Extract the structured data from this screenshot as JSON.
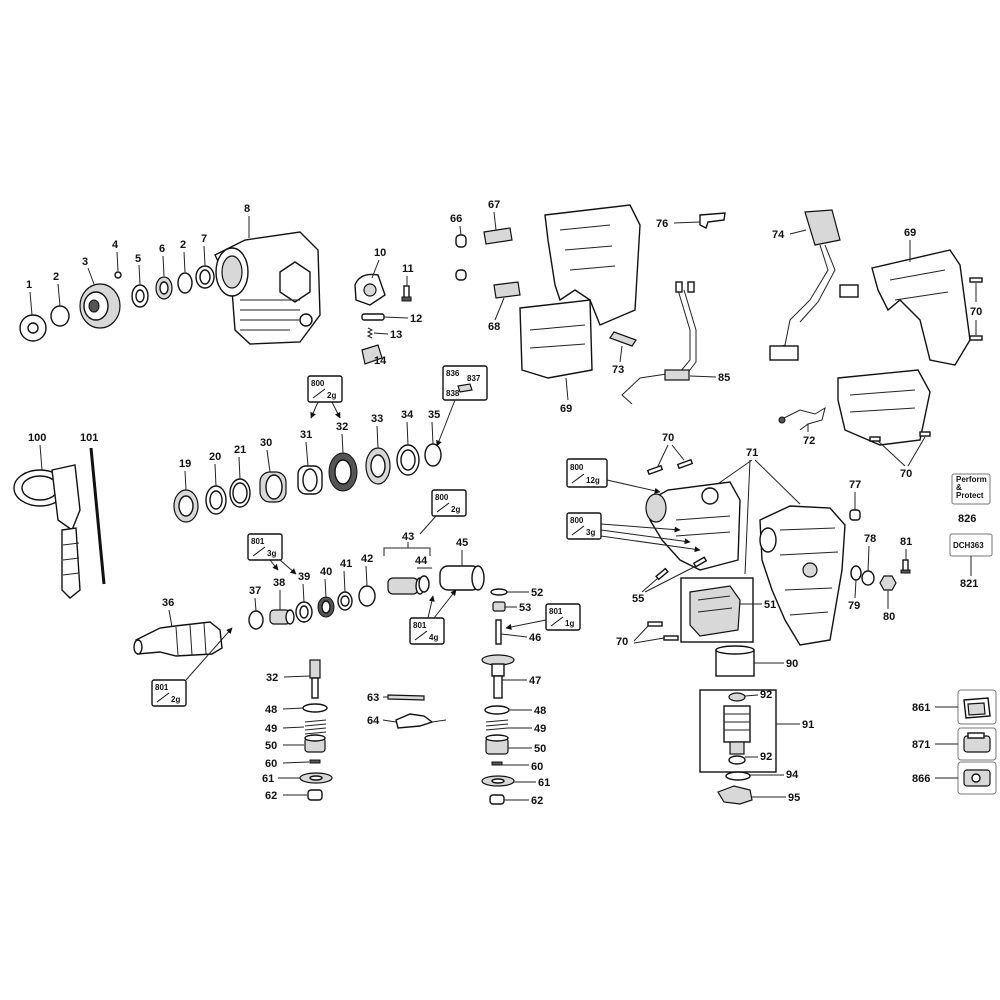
{
  "labels": {
    "p1": "1",
    "p2a": "2",
    "p3": "3",
    "p4": "4",
    "p5": "5",
    "p6": "6",
    "p2b": "2",
    "p7": "7",
    "p8": "8",
    "p10": "10",
    "p11": "11",
    "p12": "12",
    "p13": "13",
    "p14": "14",
    "p66": "66",
    "p67": "67",
    "p68": "68",
    "p69a": "69",
    "p73": "73",
    "p85": "85",
    "p76": "76",
    "p74": "74",
    "p69b": "69",
    "p70a": "70",
    "p72": "72",
    "p70b": "70",
    "p100": "100",
    "p101": "101",
    "p19": "19",
    "p20": "20",
    "p21": "21",
    "p30": "30",
    "p31": "31",
    "p32a": "32",
    "p33": "33",
    "p34": "34",
    "p35": "35",
    "p43": "43",
    "p44": "44",
    "p45": "45",
    "p37": "37",
    "p38": "38",
    "p39": "39",
    "p40": "40",
    "p41": "41",
    "p42": "42",
    "p36": "36",
    "p52": "52",
    "p53": "53",
    "p46": "46",
    "p47": "47",
    "p32b": "32",
    "p48a": "48",
    "p49a": "49",
    "p50a": "50",
    "p60a": "60",
    "p61a": "61",
    "p62a": "62",
    "p63": "63",
    "p64": "64",
    "p48b": "48",
    "p49b": "49",
    "p50b": "50",
    "p60b": "60",
    "p61b": "61",
    "p62b": "62",
    "p70c": "70",
    "p71": "71",
    "p55": "55",
    "p51": "51",
    "p70d": "70",
    "p90": "90",
    "p92a": "92",
    "p91": "91",
    "p92b": "92",
    "p94": "94",
    "p95": "95",
    "p77": "77",
    "p78": "78",
    "p79": "79",
    "p80": "80",
    "p81": "81",
    "p826": "826",
    "p821": "821",
    "p861": "861",
    "p871": "871",
    "p866": "866"
  },
  "grease_boxes": {
    "g800_2g": {
      "code": "800",
      "qty": "2g"
    },
    "g836": {
      "a": "836",
      "b": "837",
      "c": "838"
    },
    "g800_12g": {
      "code": "800",
      "qty": "12g"
    },
    "g800_3g": {
      "code": "800",
      "qty": "3g"
    },
    "g800_2g_b": {
      "code": "800",
      "qty": "2g"
    },
    "g801_3g": {
      "code": "801",
      "qty": "3g"
    },
    "g801_4g": {
      "code": "801",
      "qty": "4g"
    },
    "g801_1g": {
      "code": "801",
      "qty": "1g"
    },
    "g801_2g": {
      "code": "801",
      "qty": "2g"
    }
  },
  "badges": {
    "perform": "Perform & Protect",
    "model": "DCH363"
  }
}
